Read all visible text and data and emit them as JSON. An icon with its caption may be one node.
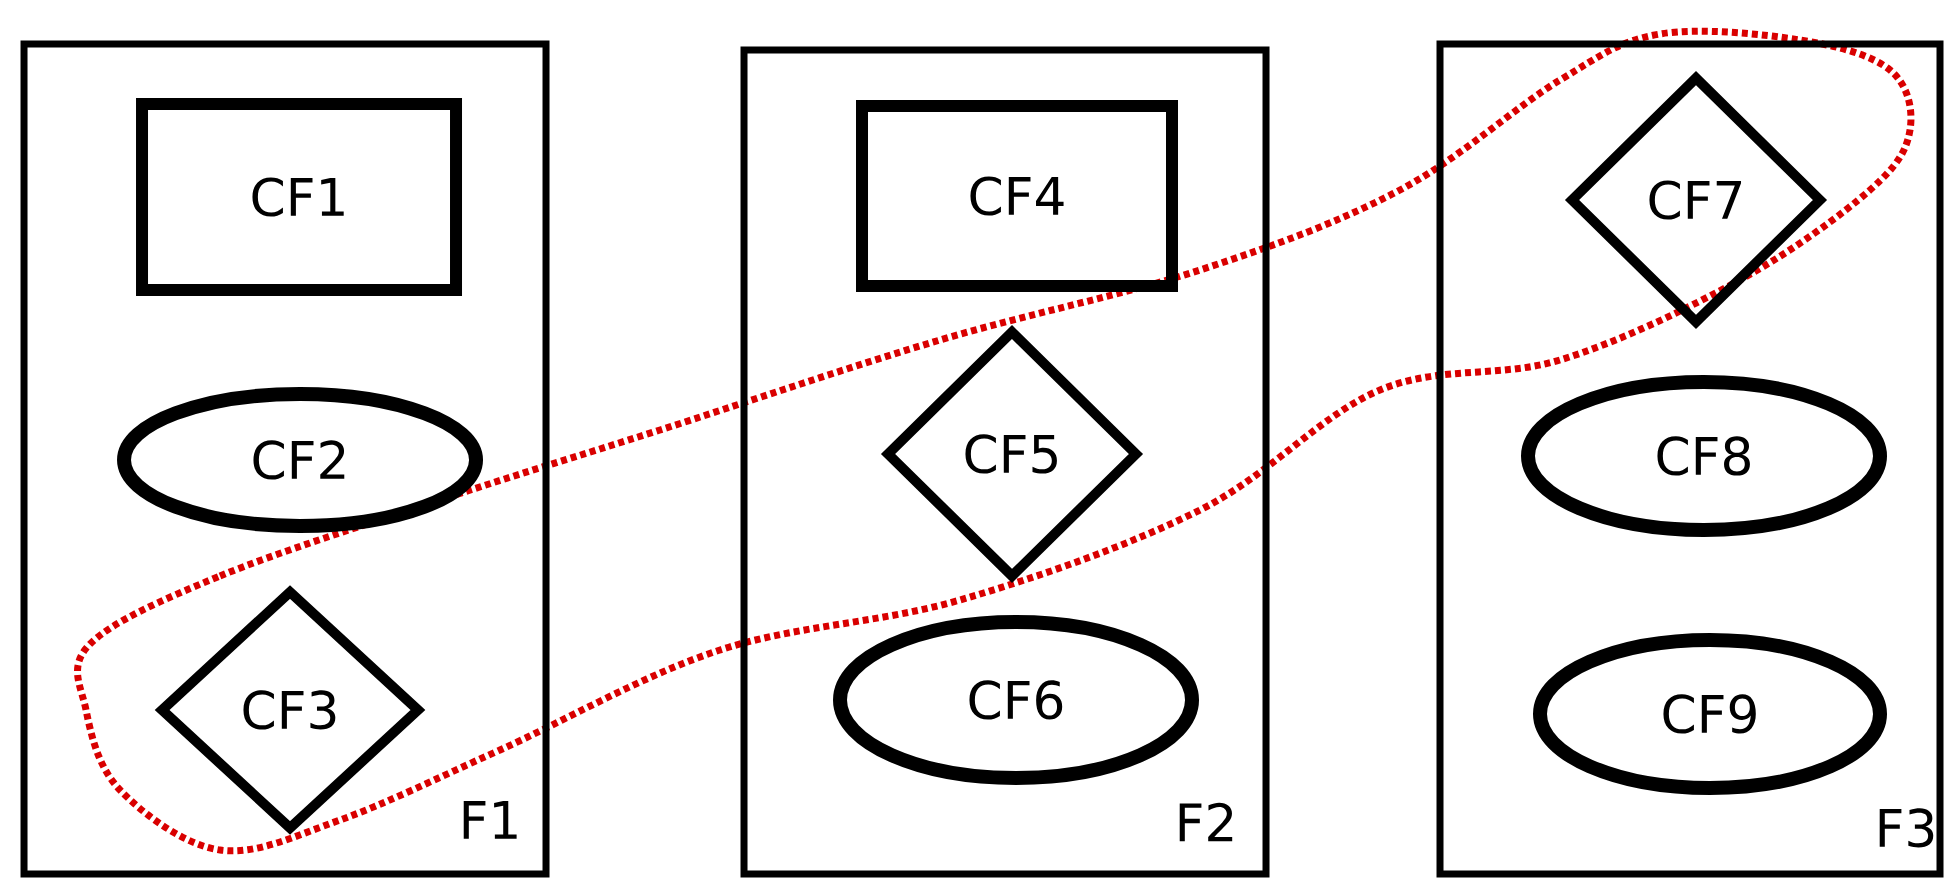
{
  "diagram": {
    "nodes": [
      {
        "text": [
          "F1"
        ]
      },
      {
        "text": [
          "CF1"
        ],
        "in": 0
      },
      {
        "text": [
          "CF2"
        ],
        "in": 0
      },
      {
        "text": [
          "CF3"
        ],
        "in": 0
      },
      {
        "text": [
          "F2"
        ]
      },
      {
        "text": [
          "CF4"
        ],
        "in": 4
      },
      {
        "text": [
          "CF5"
        ],
        "in": 4
      },
      {
        "text": [
          "CF6"
        ],
        "in": 4
      },
      {
        "text": [
          "F3"
        ]
      },
      {
        "text": [
          "CF7"
        ],
        "in": 8
      },
      {
        "text": [
          "CF8"
        ],
        "in": 8
      },
      {
        "text": [
          "CF9"
        ],
        "in": 8
      }
    ]
  }
}
